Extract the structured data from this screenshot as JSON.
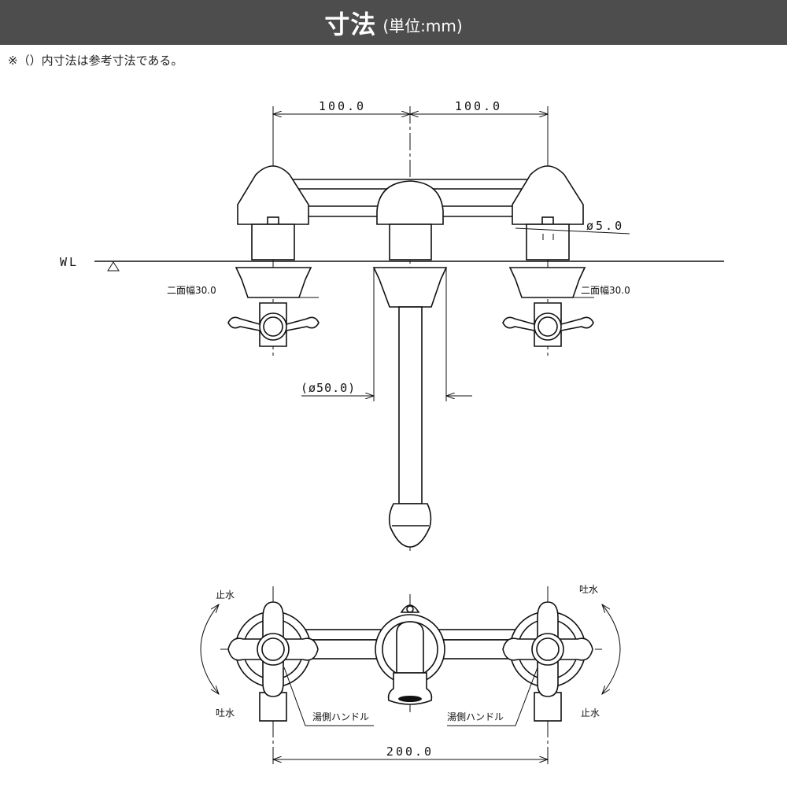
{
  "header": {
    "title": "寸法",
    "unit": "(単位:mm)"
  },
  "note": "※（）内寸法は参考寸法である。",
  "front_view": {
    "dim_left": "100.0",
    "dim_right": "100.0",
    "wl_label": "WL",
    "hole_dia": "ø5.0",
    "flat_width_left": "二面幅30.0",
    "flat_width_right": "二面幅30.0",
    "base_dia": "(ø50.0)"
  },
  "bottom_view": {
    "left_top": "止水",
    "left_bottom": "吐水",
    "right_top": "吐水",
    "right_bottom": "止水",
    "hot_handle_left": "湯側ハンドル",
    "hot_handle_right": "湯側ハンドル",
    "dim_total": "200.0"
  }
}
